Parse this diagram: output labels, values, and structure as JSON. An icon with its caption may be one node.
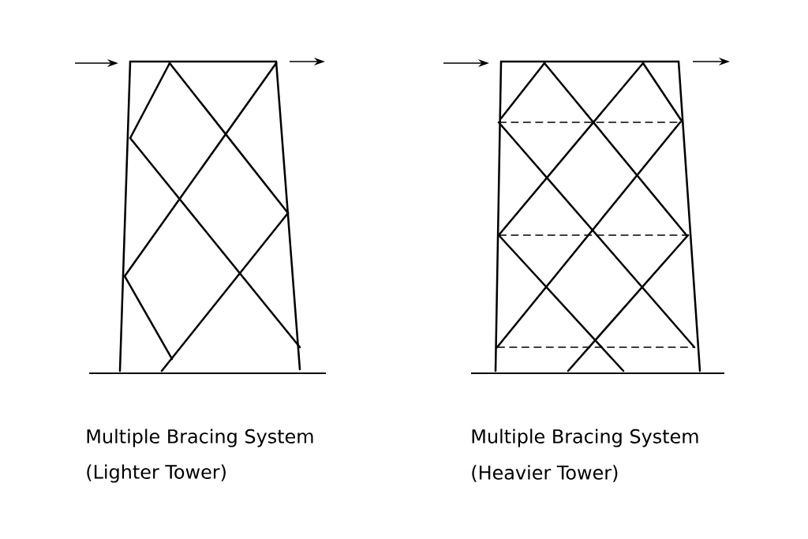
{
  "diagram": {
    "labels": [
      "Multiple Bracing System",
      "(Lighter Tower)",
      "Multiple Bracing System",
      "(Heavier Tower)"
    ]
  }
}
